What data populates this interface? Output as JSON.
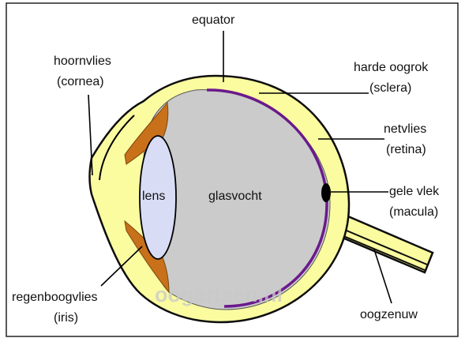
{
  "labels": {
    "equator": "equator",
    "hoornvlies": "hoornvlies",
    "cornea": "(cornea)",
    "harde_oogrok": "harde oogrok",
    "sclera": "(sclera)",
    "netvlies": "netvlies",
    "retina": "(retina)",
    "gele_vlek": "gele vlek",
    "macula": "(macula)",
    "regenboogvlies": "regenboogvlies",
    "iris": "(iris)",
    "oogzenuw": "oogzenuw",
    "lens": "lens",
    "glasvocht": "glasvocht"
  },
  "watermark": "oogartsen.nl",
  "colors": {
    "sclera": "#fbfba0",
    "outline": "#0d0d0d",
    "vitreous": "#cbcbcb",
    "retina": "#6b1a8c",
    "iris": "#c8701a",
    "lens": "#d9dcf5",
    "macula": "#000000",
    "background": "#ffffff"
  }
}
